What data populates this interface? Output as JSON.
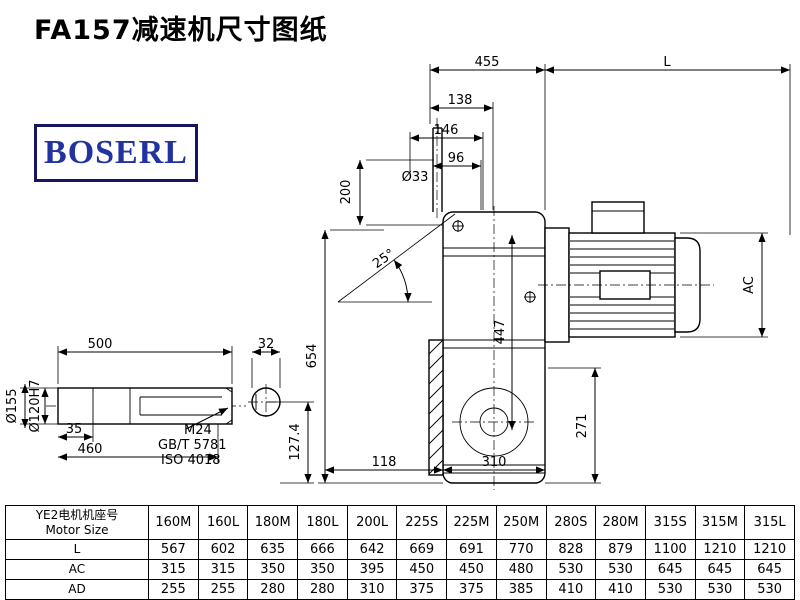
{
  "page": {
    "title": "FA157减速机尺寸图纸",
    "logo": "BOSERL"
  },
  "drawing": {
    "dims": {
      "d455": "455",
      "L": "L",
      "d138": "138",
      "d146": "146",
      "d96": "96",
      "d33": "Ø33",
      "d200": "200",
      "a25": "25°",
      "d654": "654",
      "d447": "447",
      "AC": "AC",
      "d271": "271",
      "d118": "118",
      "d310": "310",
      "d500": "500",
      "d32": "32",
      "d35": "35",
      "d460": "460",
      "d155": "Ø155",
      "d120": "Ø120H7",
      "m24": "M24",
      "gbt": "GB/T 5781",
      "iso": "ISO 4018",
      "d1274": "127.4"
    }
  },
  "table": {
    "header_cn": "YE2电机机座号",
    "header_en": "Motor Size",
    "columns": [
      "160M",
      "160L",
      "180M",
      "180L",
      "200L",
      "225S",
      "225M",
      "250M",
      "280S",
      "280M",
      "315S",
      "315M",
      "315L"
    ],
    "rows": [
      {
        "label": "L",
        "values": [
          "567",
          "602",
          "635",
          "666",
          "642",
          "669",
          "691",
          "770",
          "828",
          "879",
          "1100",
          "1210",
          "1210"
        ]
      },
      {
        "label": "AC",
        "values": [
          "315",
          "315",
          "350",
          "350",
          "395",
          "450",
          "450",
          "480",
          "530",
          "530",
          "645",
          "645",
          "645"
        ]
      },
      {
        "label": "AD",
        "values": [
          "255",
          "255",
          "280",
          "280",
          "310",
          "375",
          "375",
          "385",
          "410",
          "410",
          "530",
          "530",
          "530"
        ]
      }
    ]
  }
}
